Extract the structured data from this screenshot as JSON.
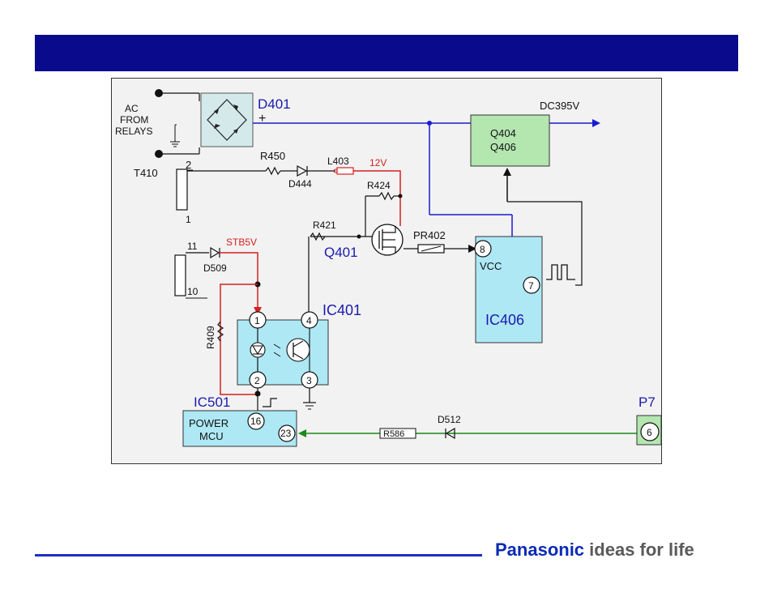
{
  "header": {
    "title_bar_color": "#0a0a8c"
  },
  "diagram": {
    "labels": {
      "ac": "AC",
      "from": "FROM",
      "relays": "RELAYS",
      "d401": "D401",
      "plus": "+",
      "dc395v": "DC395V",
      "q404": "Q404",
      "q406": "Q406",
      "t410": "T410",
      "pin2": "2",
      "pin1": "1",
      "r450": "R450",
      "d444": "D444",
      "l403": "L403",
      "v12": "12V",
      "r424": "R424",
      "r421": "R421",
      "pr402": "PR402",
      "q401": "Q401",
      "pin11": "11",
      "pin10": "10",
      "stb5v": "STB5V",
      "d509": "D509",
      "r409": "R409",
      "ic401": "IC401",
      "ic406": "IC406",
      "vcc": "VCC",
      "ic501": "IC501",
      "power": "POWER",
      "mcu": "MCU",
      "r586": "R586",
      "d512": "D512",
      "p7": "P7",
      "n1": "1",
      "n2": "2",
      "n3": "3",
      "n4": "4",
      "n6": "6",
      "n7": "7",
      "n8": "8",
      "n16": "16",
      "n23": "23"
    }
  },
  "footer": {
    "brand_name": "Panasonic",
    "tagline": "ideas for life"
  },
  "colors": {
    "blue_wire": "#1a1ad0",
    "red_wire": "#d42020",
    "green_wire": "#1a8a1a",
    "black_wire": "#111111",
    "label_blue": "#1a1ab0",
    "ic_fill": "#aee8f5",
    "q_fill": "#b4e6b0",
    "brand_blue": "#0a2bb5"
  }
}
